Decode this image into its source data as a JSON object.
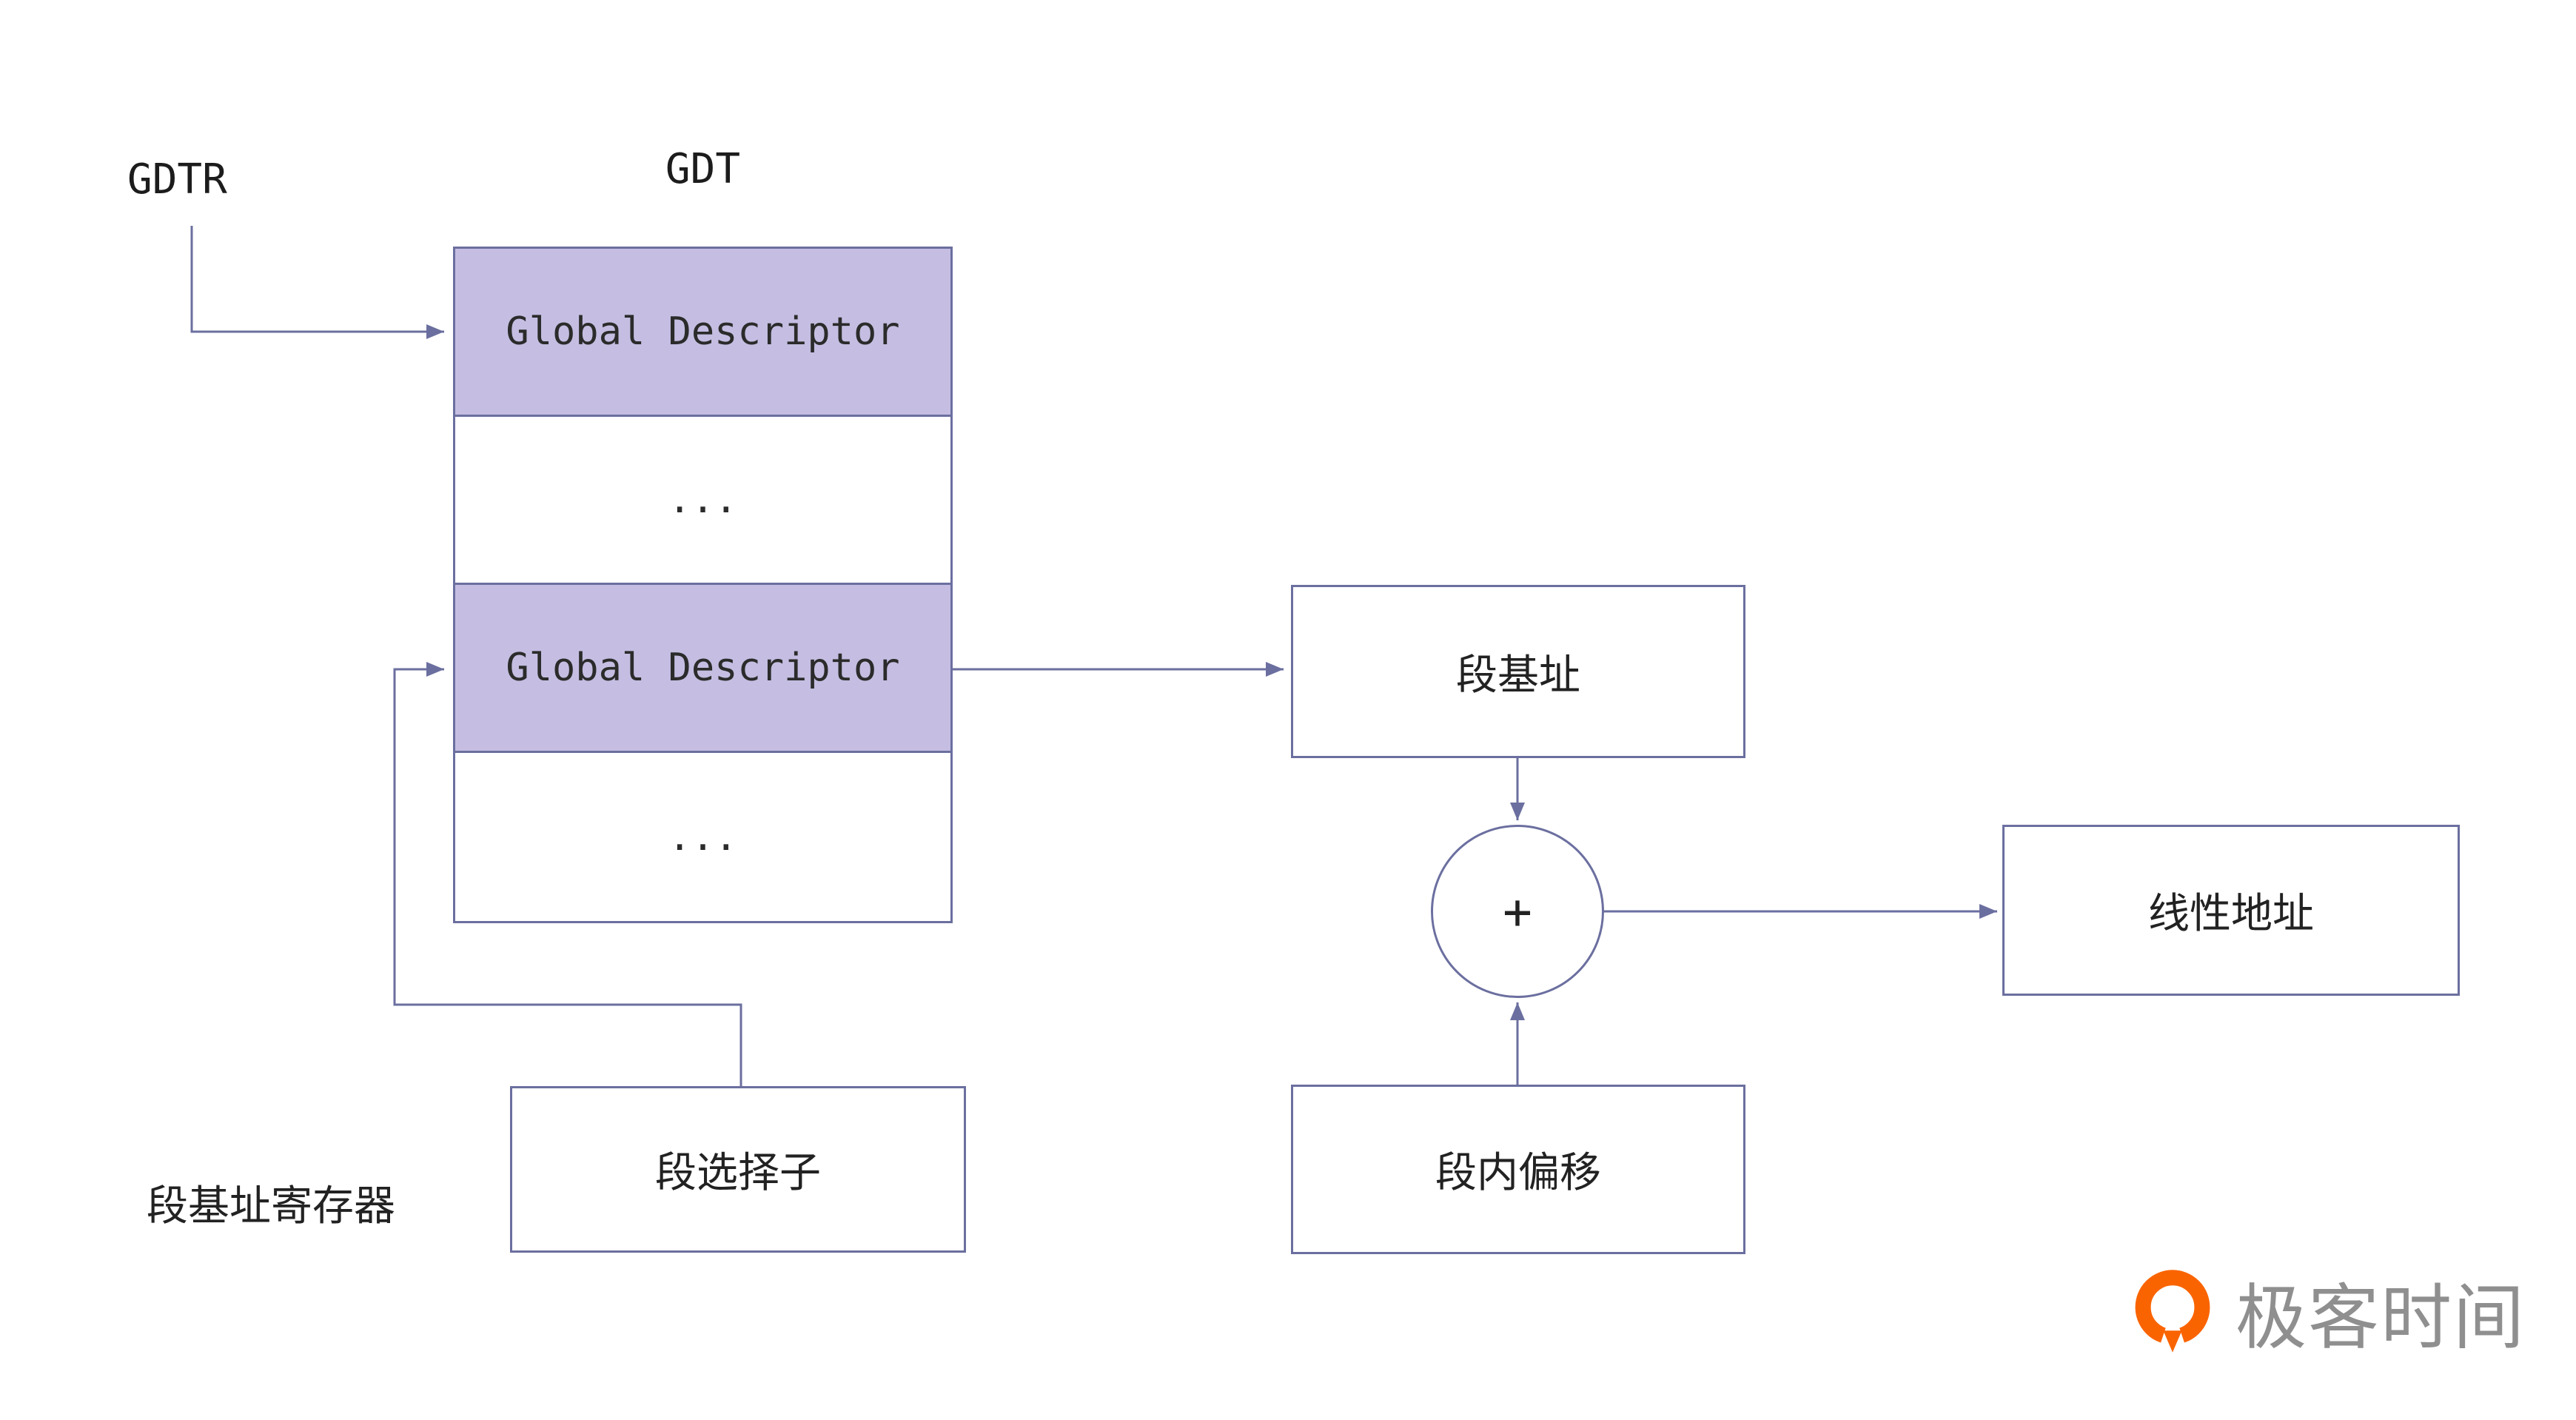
{
  "diagram": {
    "gdtr_label": "GDTR",
    "gdt_title": "GDT",
    "gdt_rows": [
      "Global Descriptor",
      "...",
      "Global Descriptor",
      "..."
    ],
    "boxes": {
      "seg_base": "段基址",
      "linear_address": "线性地址",
      "seg_offset": "段内偏移",
      "seg_selector": "段选择子"
    },
    "plus_sign": "+",
    "register_label": "段基址寄存器",
    "colors": {
      "row_highlight": "#c5bee2",
      "line": "#6b6f9f",
      "logo_orange": "#fa6400",
      "logo_text_gray": "#8f8f8f"
    }
  },
  "logo": {
    "text": "极客时间"
  }
}
